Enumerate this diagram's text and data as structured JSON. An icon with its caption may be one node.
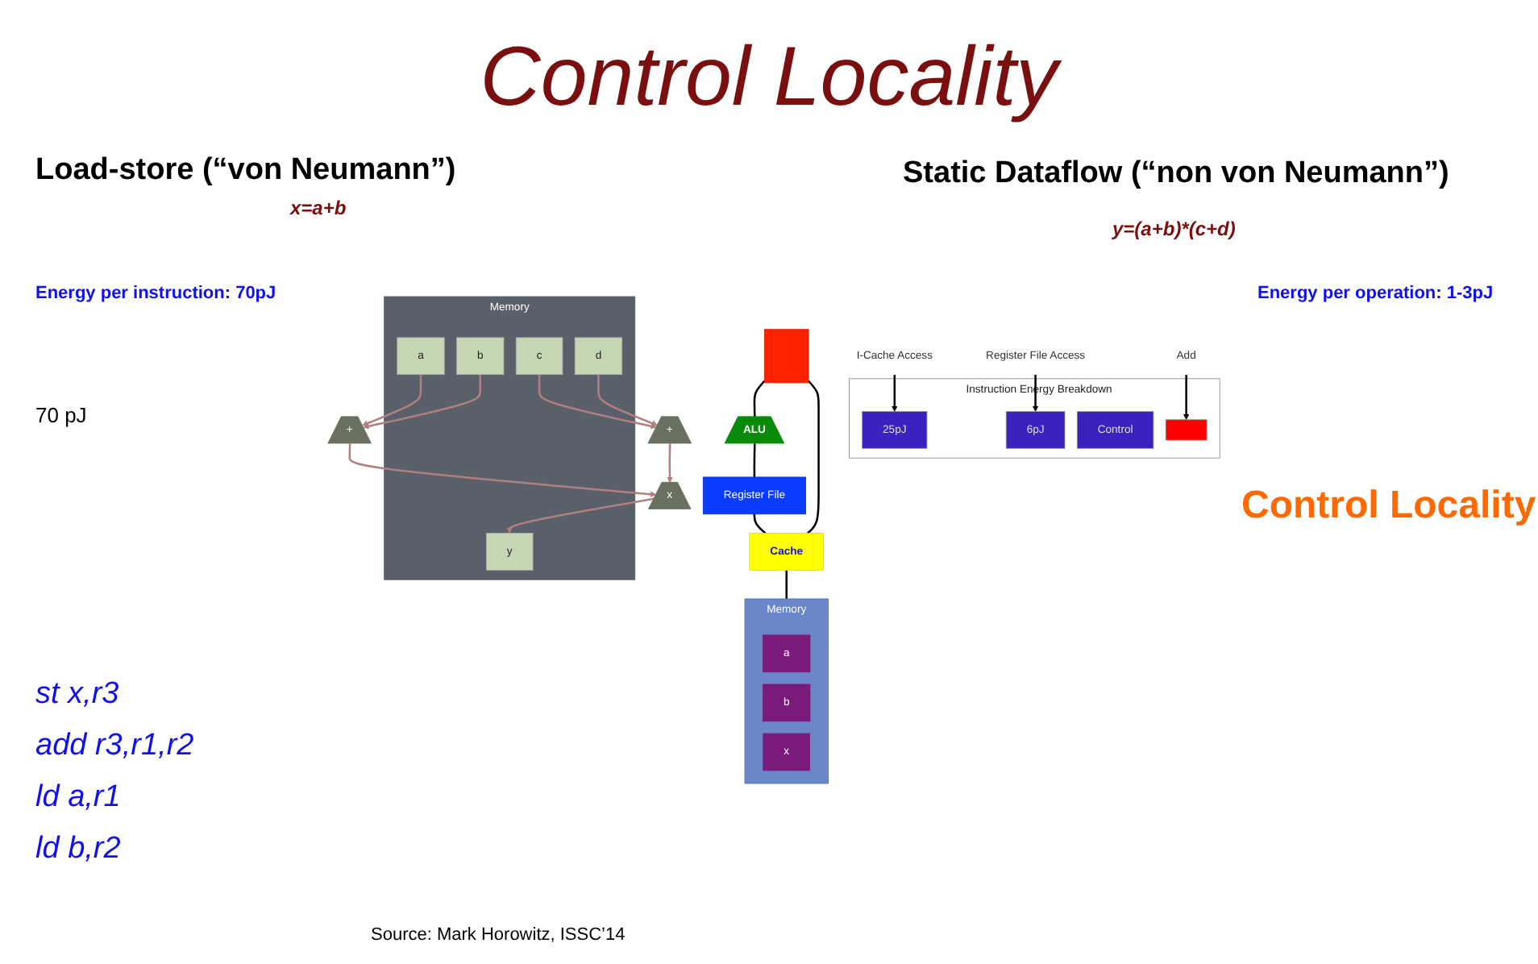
{
  "diagram": {
    "title": "Control Locality",
    "caption": "Source: Mark Horowitz, ISSC’14",
    "nodes": [
      {
        "text": [
          "ALU"
        ]
      },
      {
        "text": [],
        "shape": "box"
      },
      {
        "text": [
          "Register File"
        ]
      },
      {
        "text": [
          "Instruction Energy Breakdown"
        ]
      },
      {
        "text": [
          "25pJ"
        ],
        "in": 3
      },
      {
        "text": [
          "6pJ"
        ],
        "in": 3
      },
      {
        "text": [
          "Control"
        ],
        "in": 3
      },
      {
        "text": [],
        "shape": "bar",
        "in": 3
      },
      {
        "text": [
          "I-Cache Access"
        ]
      },
      {
        "text": [
          "Register File Access"
        ]
      },
      {
        "text": [
          "Add"
        ]
      },
      {
        "text": [
          "Cache"
        ]
      },
      {
        "text": [
          "Memory"
        ]
      },
      {
        "text": [
          "a"
        ],
        "in": 12
      },
      {
        "text": [
          "b"
        ],
        "in": 12
      },
      {
        "text": [
          "x"
        ],
        "in": 12
      },
      {
        "text": [
          "x"
        ]
      },
      {
        "text": [
          "+"
        ]
      },
      {
        "text": [
          "+"
        ]
      },
      {
        "text": [
          "Memory"
        ]
      },
      {
        "text": [
          "a"
        ],
        "in": 19
      },
      {
        "text": [
          "b"
        ],
        "in": 19
      },
      {
        "text": [
          "c"
        ],
        "in": 19
      },
      {
        "text": [
          "d"
        ],
        "in": 19
      },
      {
        "text": [
          "y"
        ],
        "in": 19
      }
    ],
    "edges": [
      {
        "from": 8,
        "to": 4,
        "arrow": "to"
      },
      {
        "from": 9,
        "to": 5,
        "arrow": "to"
      },
      {
        "from": 10,
        "to": 7,
        "arrow": "to"
      },
      {
        "from": 1,
        "to": 0,
        "arrow": "none"
      },
      {
        "from": 0,
        "to": 2,
        "arrow": "none"
      },
      {
        "from": 1,
        "to": 11,
        "arrow": "none"
      },
      {
        "from": 2,
        "to": 11,
        "arrow": "none"
      },
      {
        "from": 11,
        "to": 12,
        "arrow": "none"
      },
      {
        "from": 20,
        "to": 17,
        "arrow": "to",
        "color": "#b07f7f"
      },
      {
        "from": 21,
        "to": 17,
        "arrow": "to",
        "color": "#b07f7f"
      },
      {
        "from": 22,
        "to": 18,
        "arrow": "to",
        "color": "#b07f7f"
      },
      {
        "from": 23,
        "to": 18,
        "arrow": "to",
        "color": "#b07f7f"
      },
      {
        "from": 17,
        "to": 16,
        "arrow": "to",
        "color": "#b07f7f"
      },
      {
        "from": 18,
        "to": 16,
        "arrow": "to",
        "color": "#b07f7f"
      },
      {
        "from": 16,
        "to": 24,
        "arrow": "to",
        "color": "#b07f7f"
      }
    ],
    "labels": [
      "Load-store (“von Neumann”)",
      "x=a+b",
      "Static Dataflow (“non von Neumann”)",
      "y=(a+b)*(c+d)",
      "Energy per instruction: 70pJ",
      "Energy per operation: 1-3pJ",
      "70 pJ",
      "Control Locality",
      "st x,r3",
      "add r3,r1,r2",
      "ld a,r1",
      "ld b,r2"
    ]
  }
}
